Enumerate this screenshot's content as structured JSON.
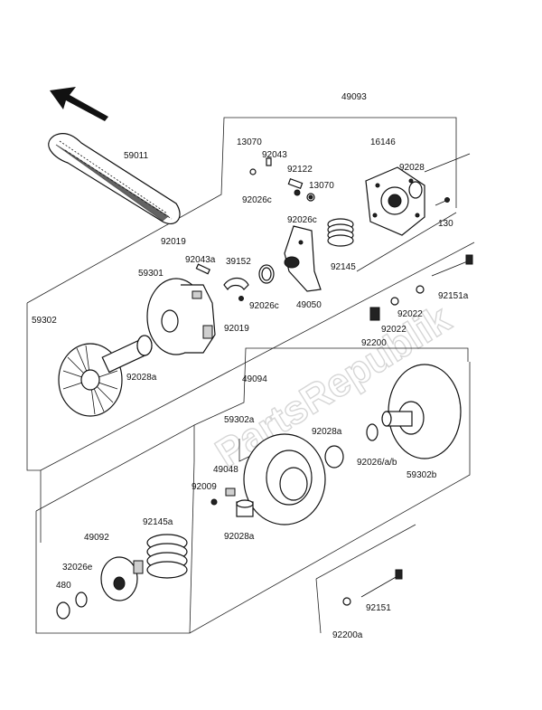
{
  "watermark": "PartsRepublik",
  "labels": {
    "l49093": "49093",
    "l59011": "59011",
    "l13070a": "13070",
    "l92043a": "92043",
    "l92122": "92122",
    "l13070b": "13070",
    "l92026c_a": "92026c",
    "l92026c_b": "92026c",
    "l16146": "16146",
    "l92028": "92028",
    "l130": "130",
    "l92019a": "92019",
    "l92043b": "92043a",
    "l39152": "39152",
    "l59301": "59301",
    "l92026c_c": "92026c",
    "l92145": "92145",
    "l49050": "49050",
    "l92151a": "92151a",
    "l92022a": "92022",
    "l92022b": "92022",
    "l92200": "92200",
    "l59302": "59302",
    "l92028a_a": "92028a",
    "l92019b": "92019",
    "l49094": "49094",
    "l59302a": "59302a",
    "l92028a_b": "92028a",
    "l49048": "49048",
    "l92009": "92009",
    "l92026ab": "92026/a/b",
    "l59302b": "59302b",
    "l92028a_c": "92028a",
    "l92145a": "92145a",
    "l49092": "49092",
    "l32026": "32026e",
    "l480": "480",
    "l92151": "92151",
    "l92200a": "92200a"
  }
}
